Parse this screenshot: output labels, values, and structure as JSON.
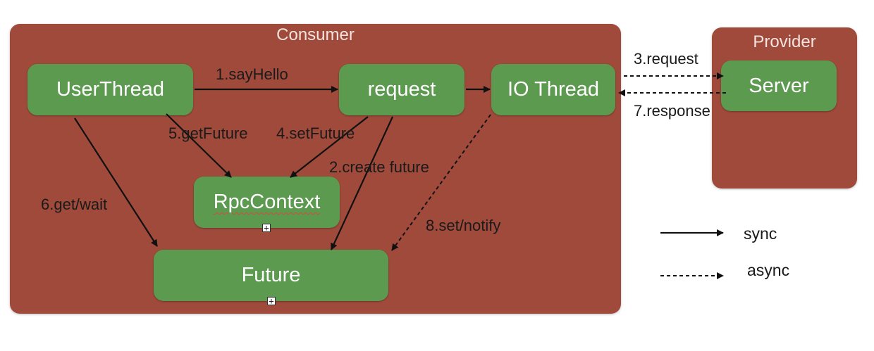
{
  "consumer": {
    "title": "Consumer"
  },
  "provider": {
    "title": "Provider"
  },
  "nodes": {
    "user_thread": "UserThread",
    "request": "request",
    "io_thread": "IO Thread",
    "server": "Server",
    "rpc_context": "RpcContext",
    "future": "Future"
  },
  "edges": {
    "say_hello": "1.sayHello",
    "create_future": "2.create future",
    "request": "3.request",
    "set_future": "4.setFuture",
    "get_future": "5.getFuture",
    "get_wait": "6.get/wait",
    "response": "7.response",
    "set_notify": "8.set/notify"
  },
  "legend": {
    "sync": "sync",
    "async": "async"
  },
  "colors": {
    "panel": "#9f4a3b",
    "node": "#5c9a4f"
  }
}
